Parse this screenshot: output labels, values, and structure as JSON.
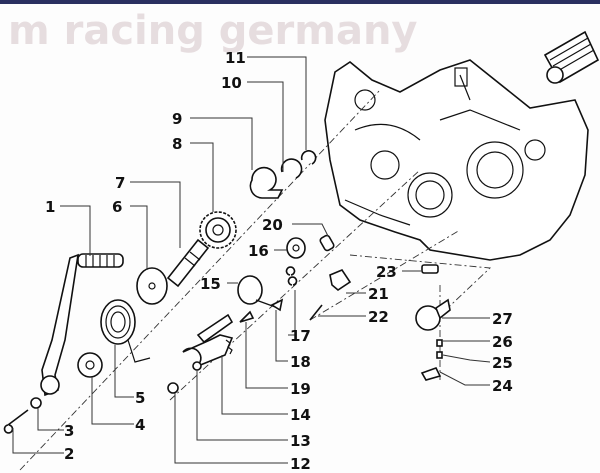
{
  "watermark": "m racing germany",
  "colors": {
    "top_bar": "#2a3060",
    "line": "#111111",
    "watermark": "#d8c8cc"
  },
  "callouts": [
    "1",
    "2",
    "3",
    "4",
    "5",
    "6",
    "7",
    "8",
    "9",
    "10",
    "11",
    "12",
    "13",
    "14",
    "15",
    "16",
    "17",
    "18",
    "19",
    "20",
    "21",
    "22",
    "23",
    "24",
    "25",
    "26",
    "27"
  ]
}
